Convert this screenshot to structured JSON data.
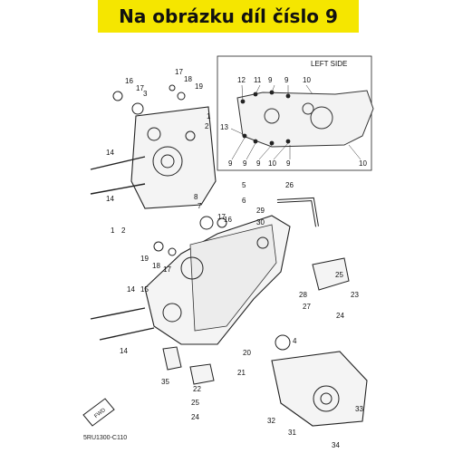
{
  "banner": {
    "text": "Na obrázku díl číslo 9",
    "bg": "#f5e600"
  },
  "inset": {
    "label": "LEFT SIDE"
  },
  "fwd": {
    "text": "FWD"
  },
  "code": "5RU1300-C110",
  "callouts": [
    "1",
    "2",
    "3",
    "4",
    "5",
    "6",
    "7",
    "8",
    "9",
    "10",
    "11",
    "12",
    "13",
    "14",
    "15",
    "16",
    "17",
    "18",
    "19",
    "20",
    "21",
    "22",
    "23",
    "24",
    "25",
    "26",
    "27",
    "28",
    "29",
    "30",
    "31",
    "32",
    "33",
    "34",
    "35"
  ]
}
